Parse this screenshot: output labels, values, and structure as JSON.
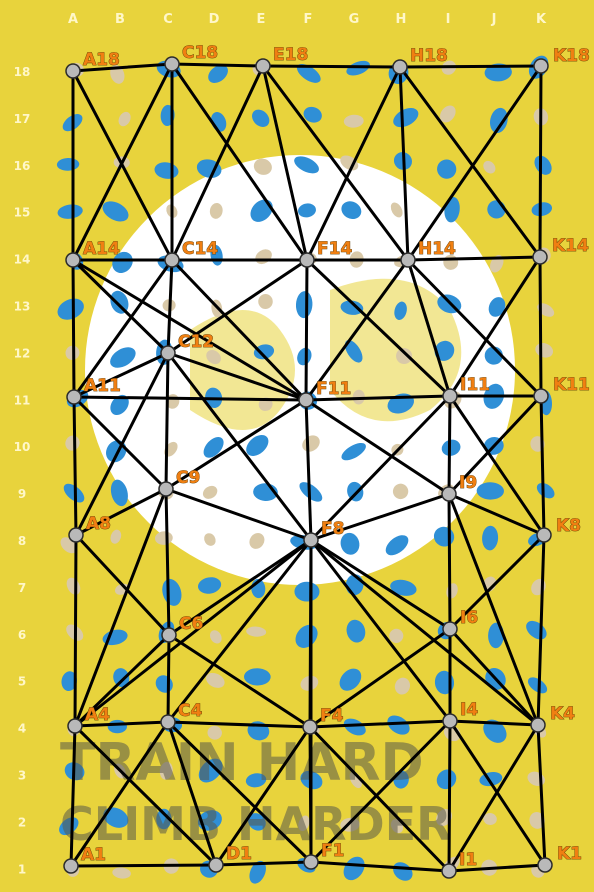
{
  "board": {
    "columns": [
      "A",
      "B",
      "C",
      "D",
      "E",
      "F",
      "G",
      "H",
      "I",
      "J",
      "K"
    ],
    "rows": [
      "18",
      "17",
      "16",
      "15",
      "14",
      "13",
      "12",
      "11",
      "10",
      "9",
      "8",
      "7",
      "6",
      "5",
      "4",
      "3",
      "2",
      "1"
    ],
    "banner_line_1": "TRAIN HARD",
    "banner_line_2": "CLIMB HARDER",
    "colors": {
      "background": "#e8d33c",
      "label": "#f07f12",
      "edge": "#000000",
      "node": "#b9b9b9"
    }
  },
  "nodes": [
    {
      "id": "A18",
      "label": "A18"
    },
    {
      "id": "C18",
      "label": "C18"
    },
    {
      "id": "E18",
      "label": "E18"
    },
    {
      "id": "H18",
      "label": "H18"
    },
    {
      "id": "K18",
      "label": "K18"
    },
    {
      "id": "A14",
      "label": "A14"
    },
    {
      "id": "C14",
      "label": "C14"
    },
    {
      "id": "F14",
      "label": "F14"
    },
    {
      "id": "H14",
      "label": "H14"
    },
    {
      "id": "K14",
      "label": "K14"
    },
    {
      "id": "C12",
      "label": "C12"
    },
    {
      "id": "A11",
      "label": "A11"
    },
    {
      "id": "F11",
      "label": "F11"
    },
    {
      "id": "I11",
      "label": "I11"
    },
    {
      "id": "K11",
      "label": "K11"
    },
    {
      "id": "C9",
      "label": "C9"
    },
    {
      "id": "I9",
      "label": "I9"
    },
    {
      "id": "A8",
      "label": "A8"
    },
    {
      "id": "F8",
      "label": "F8"
    },
    {
      "id": "K8",
      "label": "K8"
    },
    {
      "id": "C6",
      "label": "C6"
    },
    {
      "id": "I6",
      "label": "I6"
    },
    {
      "id": "A4",
      "label": "A4"
    },
    {
      "id": "C4",
      "label": "C4"
    },
    {
      "id": "F4",
      "label": "F4"
    },
    {
      "id": "I4",
      "label": "I4"
    },
    {
      "id": "K4",
      "label": "K4"
    },
    {
      "id": "A1",
      "label": "A1"
    },
    {
      "id": "D1",
      "label": "D1"
    },
    {
      "id": "F1",
      "label": "F1"
    },
    {
      "id": "I1",
      "label": "I1"
    },
    {
      "id": "K1",
      "label": "K1"
    }
  ],
  "edges": [
    [
      "A18",
      "C18"
    ],
    [
      "C18",
      "E18"
    ],
    [
      "E18",
      "H18"
    ],
    [
      "H18",
      "K18"
    ],
    [
      "A18",
      "A14"
    ],
    [
      "A18",
      "C14"
    ],
    [
      "C18",
      "A14"
    ],
    [
      "C18",
      "C14"
    ],
    [
      "C18",
      "F14"
    ],
    [
      "E18",
      "C14"
    ],
    [
      "E18",
      "F14"
    ],
    [
      "E18",
      "H14"
    ],
    [
      "H18",
      "F14"
    ],
    [
      "H18",
      "H14"
    ],
    [
      "H18",
      "K14"
    ],
    [
      "K18",
      "H14"
    ],
    [
      "K18",
      "K14"
    ],
    [
      "A14",
      "C14"
    ],
    [
      "C14",
      "F14"
    ],
    [
      "F14",
      "H14"
    ],
    [
      "H14",
      "K14"
    ],
    [
      "A14",
      "A11"
    ],
    [
      "A14",
      "C12"
    ],
    [
      "A14",
      "F11"
    ],
    [
      "C14",
      "A11"
    ],
    [
      "C14",
      "C12"
    ],
    [
      "C14",
      "F11"
    ],
    [
      "F14",
      "C12"
    ],
    [
      "F14",
      "F11"
    ],
    [
      "F14",
      "I11"
    ],
    [
      "H14",
      "F11"
    ],
    [
      "H14",
      "I11"
    ],
    [
      "H14",
      "K11"
    ],
    [
      "K14",
      "I11"
    ],
    [
      "K14",
      "K11"
    ],
    [
      "C12",
      "A11"
    ],
    [
      "C12",
      "F11"
    ],
    [
      "C12",
      "A8"
    ],
    [
      "C12",
      "C9"
    ],
    [
      "C12",
      "F8"
    ],
    [
      "A11",
      "F11"
    ],
    [
      "F11",
      "I11"
    ],
    [
      "I11",
      "K11"
    ],
    [
      "A11",
      "A8"
    ],
    [
      "A11",
      "C9"
    ],
    [
      "F11",
      "C9"
    ],
    [
      "F11",
      "F8"
    ],
    [
      "F11",
      "I9"
    ],
    [
      "I11",
      "I9"
    ],
    [
      "I11",
      "F8"
    ],
    [
      "I11",
      "K8"
    ],
    [
      "K11",
      "I9"
    ],
    [
      "K11",
      "K8"
    ],
    [
      "C9",
      "A8"
    ],
    [
      "C9",
      "F8"
    ],
    [
      "C9",
      "C6"
    ],
    [
      "C9",
      "A4"
    ],
    [
      "I9",
      "F8"
    ],
    [
      "I9",
      "K8"
    ],
    [
      "I9",
      "I6"
    ],
    [
      "I9",
      "K4"
    ],
    [
      "A8",
      "A4"
    ],
    [
      "A8",
      "C6"
    ],
    [
      "F8",
      "C6"
    ],
    [
      "F8",
      "I6"
    ],
    [
      "F8",
      "C4"
    ],
    [
      "F8",
      "F4"
    ],
    [
      "F8",
      "I4"
    ],
    [
      "F8",
      "A4"
    ],
    [
      "F8",
      "K4"
    ],
    [
      "F8",
      "F1"
    ],
    [
      "K8",
      "I6"
    ],
    [
      "K8",
      "K4"
    ],
    [
      "C6",
      "A4"
    ],
    [
      "C6",
      "C4"
    ],
    [
      "C6",
      "F4"
    ],
    [
      "I6",
      "F4"
    ],
    [
      "I6",
      "I4"
    ],
    [
      "I6",
      "K4"
    ],
    [
      "A4",
      "C4"
    ],
    [
      "C4",
      "F4"
    ],
    [
      "F4",
      "I4"
    ],
    [
      "I4",
      "K4"
    ],
    [
      "A4",
      "A1"
    ],
    [
      "A4",
      "D1"
    ],
    [
      "C4",
      "A1"
    ],
    [
      "C4",
      "D1"
    ],
    [
      "C4",
      "F1"
    ],
    [
      "F4",
      "D1"
    ],
    [
      "F4",
      "F1"
    ],
    [
      "F4",
      "I1"
    ],
    [
      "I4",
      "F1"
    ],
    [
      "I4",
      "I1"
    ],
    [
      "I4",
      "K1"
    ],
    [
      "K4",
      "I1"
    ],
    [
      "K4",
      "K1"
    ],
    [
      "A1",
      "D1"
    ],
    [
      "D1",
      "F1"
    ],
    [
      "F1",
      "I1"
    ],
    [
      "I1",
      "K1"
    ]
  ]
}
